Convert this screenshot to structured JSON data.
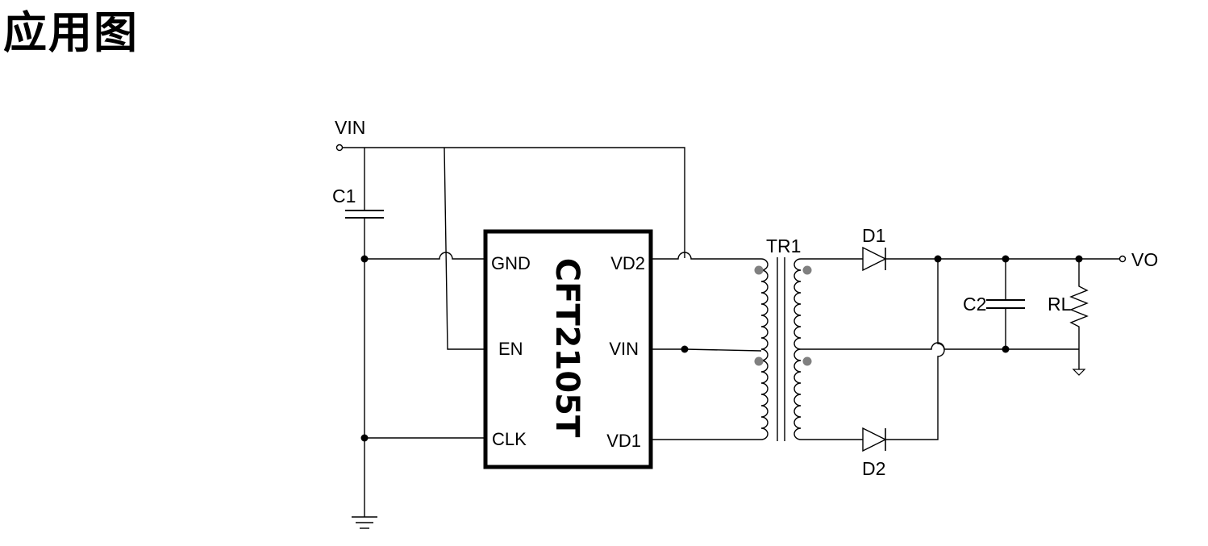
{
  "page": {
    "title": "应用图"
  },
  "chip": {
    "name": "CFT2105T",
    "pins": {
      "gnd": "GND",
      "en": "EN",
      "clk": "CLK",
      "vd2": "VD2",
      "vin": "VIN",
      "vd1": "VD1"
    }
  },
  "labels": {
    "vin": "VIN",
    "c1": "C1",
    "tr1": "TR1",
    "d1": "D1",
    "d2": "D2",
    "c2": "C2",
    "rl": "RL",
    "vo": "VO"
  }
}
